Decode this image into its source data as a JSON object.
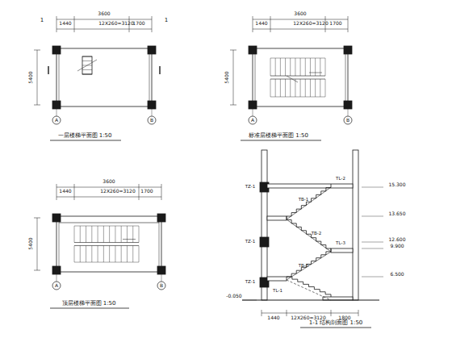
{
  "diagram": {
    "labels": [
      "一层楼梯平面图 1:50",
      "3600",
      "1440",
      "12X260=3120",
      "1700",
      "5400",
      "1",
      "1",
      "A",
      "B",
      "标准层楼梯平面图 1:50",
      "3600",
      "1440",
      "12X260=3120",
      "1700",
      "5400",
      "A",
      "B",
      "顶层楼梯平面图 1:50",
      "3600",
      "1440",
      "12X260=3120",
      "1700",
      "5400",
      "A",
      "B",
      "1-1 结构剖面图 1:50",
      "TZ-1",
      "TZ-1",
      "TZ-1",
      "TL-2",
      "TL-3",
      "TL-1",
      "TB-1",
      "TB-2",
      "TB-3",
      "15.300",
      "13.650",
      "12.600",
      "9.900",
      "6.500",
      "-0.050",
      "1440",
      "12X260=3120",
      "1800"
    ]
  }
}
